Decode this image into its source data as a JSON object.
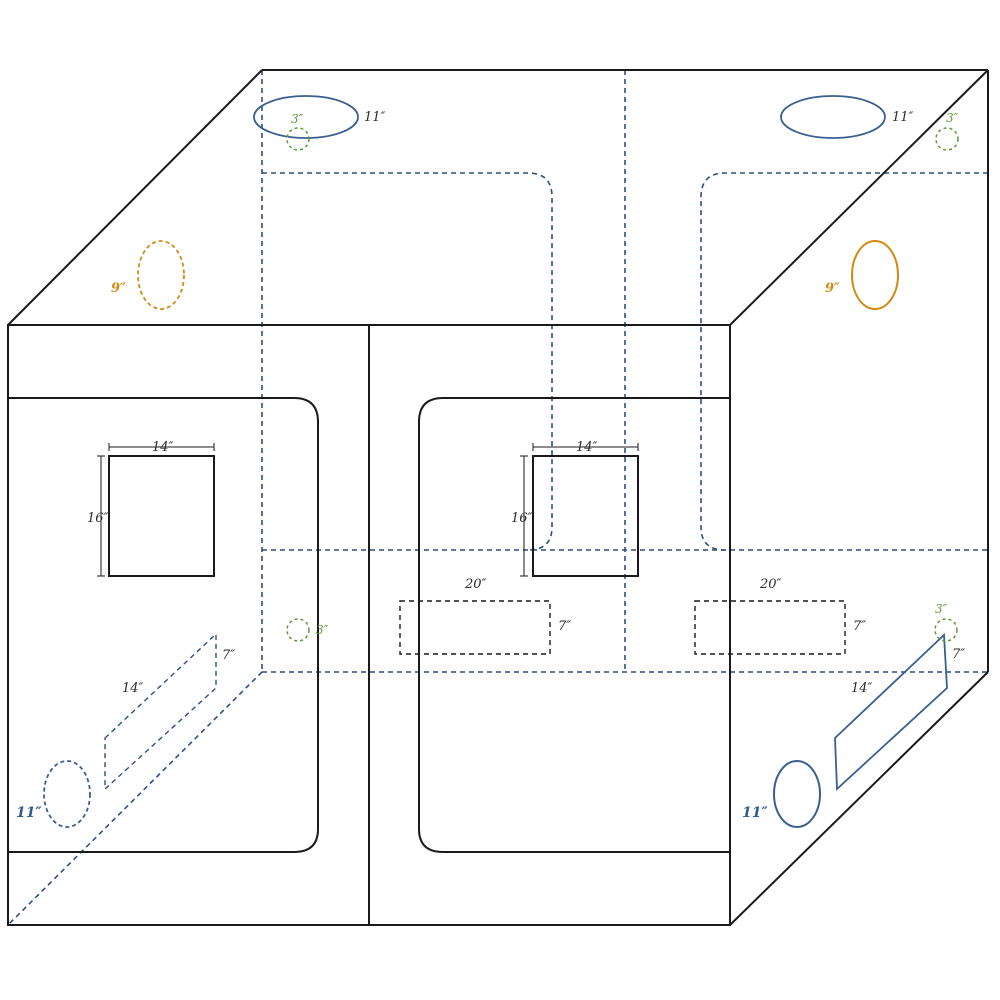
{
  "colors": {
    "outline": "#1a1a1a",
    "back_dashed": "#2f4e80",
    "green": "#5c9a3a",
    "orange": "#d38a12",
    "blue": "#3a5f8f"
  },
  "labels": {
    "top_left_duct": "11″",
    "top_left_small": "3″",
    "top_right_duct": "11″",
    "top_right_small": "3″",
    "left_side_port": "9″",
    "right_side_port": "9″",
    "left_window_width": "14″",
    "left_window_height": "16″",
    "center_window_width": "14″",
    "center_window_height": "16″",
    "left_wall_small": "3″",
    "left_wall_vent_height": "7″",
    "left_wall_vent_width": "14″",
    "left_wall_duct": "11″",
    "center_vent_width": "20″",
    "center_vent_height": "7″",
    "right_back_vent_width": "20″",
    "right_back_vent_height": "7″",
    "right_wall_small": "3″",
    "right_wall_vent_height": "7″",
    "right_wall_vent_width": "14″",
    "right_wall_duct": "11″"
  }
}
